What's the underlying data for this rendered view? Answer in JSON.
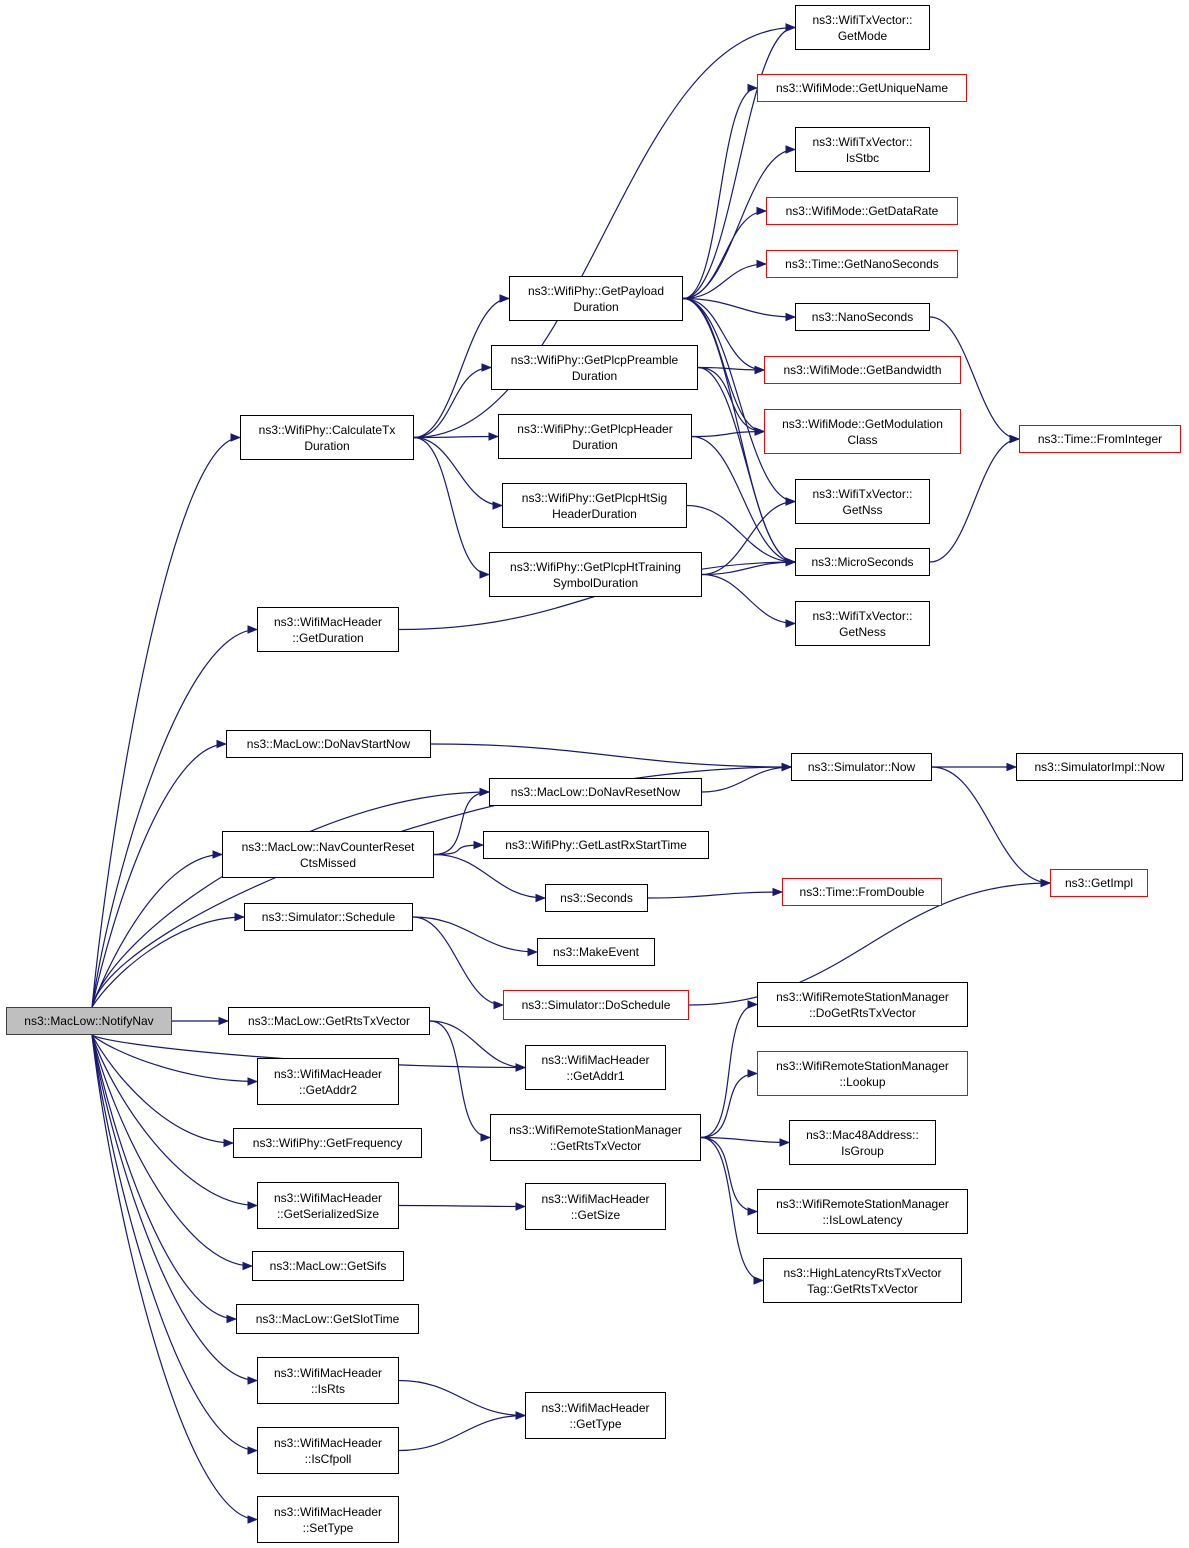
{
  "colors": {
    "edge": "#191970",
    "border": "#000000",
    "border_truncated": "#ff0000",
    "root_fill": "#bfbfbf"
  },
  "nodes": {
    "root": {
      "lines": [
        "ns3::MacLow::NotifyNav"
      ],
      "style": "root"
    },
    "calctx": {
      "lines": [
        "ns3::WifiPhy::CalculateTx",
        "Duration"
      ],
      "style": "normal"
    },
    "payload": {
      "lines": [
        "ns3::WifiPhy::GetPayload",
        "Duration"
      ],
      "style": "normal"
    },
    "preamble": {
      "lines": [
        "ns3::WifiPhy::GetPlcpPreamble",
        "Duration"
      ],
      "style": "normal"
    },
    "plcphdr": {
      "lines": [
        "ns3::WifiPhy::GetPlcpHeader",
        "Duration"
      ],
      "style": "normal"
    },
    "htsig": {
      "lines": [
        "ns3::WifiPhy::GetPlcpHtSig",
        "HeaderDuration"
      ],
      "style": "normal"
    },
    "httrain": {
      "lines": [
        "ns3::WifiPhy::GetPlcpHtTraining",
        "SymbolDuration"
      ],
      "style": "normal"
    },
    "getmode": {
      "lines": [
        "ns3::WifiTxVector::",
        "GetMode"
      ],
      "style": "normal"
    },
    "uniquename": {
      "lines": [
        "ns3::WifiMode::GetUniqueName"
      ],
      "style": "red"
    },
    "isstbc": {
      "lines": [
        "ns3::WifiTxVector::",
        "IsStbc"
      ],
      "style": "normal"
    },
    "datarate": {
      "lines": [
        "ns3::WifiMode::GetDataRate"
      ],
      "style": "red"
    },
    "getnano": {
      "lines": [
        "ns3::Time::GetNanoSeconds"
      ],
      "style": "red"
    },
    "nanosec": {
      "lines": [
        "ns3::NanoSeconds"
      ],
      "style": "normal"
    },
    "bandwidth": {
      "lines": [
        "ns3::WifiMode::GetBandwidth"
      ],
      "style": "red"
    },
    "modclass": {
      "lines": [
        "ns3::WifiMode::GetModulation",
        "Class"
      ],
      "style": "red"
    },
    "fromint": {
      "lines": [
        "ns3::Time::FromInteger"
      ],
      "style": "red"
    },
    "getnss": {
      "lines": [
        "ns3::WifiTxVector::",
        "GetNss"
      ],
      "style": "normal"
    },
    "microsec": {
      "lines": [
        "ns3::MicroSeconds"
      ],
      "style": "normal"
    },
    "getness": {
      "lines": [
        "ns3::WifiTxVector::",
        "GetNess"
      ],
      "style": "normal"
    },
    "getduration": {
      "lines": [
        "ns3::WifiMacHeader",
        "::GetDuration"
      ],
      "style": "normal"
    },
    "navstart": {
      "lines": [
        "ns3::MacLow::DoNavStartNow"
      ],
      "style": "normal"
    },
    "simnow": {
      "lines": [
        "ns3::Simulator::Now"
      ],
      "style": "normal"
    },
    "implnow": {
      "lines": [
        "ns3::SimulatorImpl::Now"
      ],
      "style": "normal"
    },
    "navreset": {
      "lines": [
        "ns3::MacLow::DoNavResetNow"
      ],
      "style": "normal"
    },
    "navcounter": {
      "lines": [
        "ns3::MacLow::NavCounterReset",
        "CtsMissed"
      ],
      "style": "normal"
    },
    "lastrx": {
      "lines": [
        "ns3::WifiPhy::GetLastRxStartTime"
      ],
      "style": "normal"
    },
    "seconds": {
      "lines": [
        "ns3::Seconds"
      ],
      "style": "normal"
    },
    "fromdouble": {
      "lines": [
        "ns3::Time::FromDouble"
      ],
      "style": "red"
    },
    "getimpl": {
      "lines": [
        "ns3::GetImpl"
      ],
      "style": "red"
    },
    "schedule": {
      "lines": [
        "ns3::Simulator::Schedule"
      ],
      "style": "normal"
    },
    "makeevent": {
      "lines": [
        "ns3::MakeEvent"
      ],
      "style": "normal"
    },
    "doschedule": {
      "lines": [
        "ns3::Simulator::DoSchedule"
      ],
      "style": "red"
    },
    "rtstxvec": {
      "lines": [
        "ns3::MacLow::GetRtsTxVector"
      ],
      "style": "normal"
    },
    "addr1": {
      "lines": [
        "ns3::WifiMacHeader",
        "::GetAddr1"
      ],
      "style": "normal"
    },
    "addr2": {
      "lines": [
        "ns3::WifiMacHeader",
        "::GetAddr2"
      ],
      "style": "normal"
    },
    "frequency": {
      "lines": [
        "ns3::WifiPhy::GetFrequency"
      ],
      "style": "normal"
    },
    "serialized": {
      "lines": [
        "ns3::WifiMacHeader",
        "::GetSerializedSize"
      ],
      "style": "normal"
    },
    "getsize": {
      "lines": [
        "ns3::WifiMacHeader",
        "::GetSize"
      ],
      "style": "normal"
    },
    "sifs": {
      "lines": [
        "ns3::MacLow::GetSifs"
      ],
      "style": "normal"
    },
    "slottime": {
      "lines": [
        "ns3::MacLow::GetSlotTime"
      ],
      "style": "normal"
    },
    "isrts": {
      "lines": [
        "ns3::WifiMacHeader",
        "::IsRts"
      ],
      "style": "normal"
    },
    "gettype": {
      "lines": [
        "ns3::WifiMacHeader",
        "::GetType"
      ],
      "style": "normal"
    },
    "iscfpoll": {
      "lines": [
        "ns3::WifiMacHeader",
        "::IsCfpoll"
      ],
      "style": "normal"
    },
    "settype": {
      "lines": [
        "ns3::WifiMacHeader",
        "::SetType"
      ],
      "style": "normal"
    },
    "rsmgetrts": {
      "lines": [
        "ns3::WifiRemoteStationManager",
        "::GetRtsTxVector"
      ],
      "style": "normal"
    },
    "dogetrts": {
      "lines": [
        "ns3::WifiRemoteStationManager",
        "::DoGetRtsTxVector"
      ],
      "style": "normal"
    },
    "lookup": {
      "lines": [
        "ns3::WifiRemoteStationManager",
        "::Lookup"
      ],
      "style": "red"
    },
    "isgroup": {
      "lines": [
        "ns3::Mac48Address::",
        "IsGroup"
      ],
      "style": "normal"
    },
    "islowlat": {
      "lines": [
        "ns3::WifiRemoteStationManager",
        "::IsLowLatency"
      ],
      "style": "normal"
    },
    "highlat": {
      "lines": [
        "ns3::HighLatencyRtsTxVector",
        "Tag::GetRtsTxVector"
      ],
      "style": "normal"
    }
  },
  "edges": [
    [
      "root",
      "calctx"
    ],
    [
      "root",
      "getduration"
    ],
    [
      "root",
      "simnow"
    ],
    [
      "root",
      "navstart"
    ],
    [
      "root",
      "navreset"
    ],
    [
      "root",
      "navcounter"
    ],
    [
      "root",
      "schedule"
    ],
    [
      "root",
      "addr1"
    ],
    [
      "root",
      "rtstxvec"
    ],
    [
      "root",
      "addr2"
    ],
    [
      "root",
      "frequency"
    ],
    [
      "root",
      "serialized"
    ],
    [
      "root",
      "sifs"
    ],
    [
      "root",
      "slottime"
    ],
    [
      "root",
      "isrts"
    ],
    [
      "root",
      "iscfpoll"
    ],
    [
      "root",
      "settype"
    ],
    [
      "calctx",
      "getmode"
    ],
    [
      "calctx",
      "payload"
    ],
    [
      "calctx",
      "preamble"
    ],
    [
      "calctx",
      "plcphdr"
    ],
    [
      "calctx",
      "htsig"
    ],
    [
      "calctx",
      "httrain"
    ],
    [
      "payload",
      "getmode"
    ],
    [
      "payload",
      "uniquename"
    ],
    [
      "payload",
      "isstbc"
    ],
    [
      "payload",
      "datarate"
    ],
    [
      "payload",
      "getnano"
    ],
    [
      "payload",
      "nanosec"
    ],
    [
      "payload",
      "bandwidth"
    ],
    [
      "payload",
      "modclass"
    ],
    [
      "payload",
      "getnss"
    ],
    [
      "payload",
      "microsec"
    ],
    [
      "preamble",
      "bandwidth"
    ],
    [
      "preamble",
      "modclass"
    ],
    [
      "preamble",
      "microsec"
    ],
    [
      "plcphdr",
      "modclass"
    ],
    [
      "plcphdr",
      "microsec"
    ],
    [
      "htsig",
      "microsec"
    ],
    [
      "httrain",
      "getnss"
    ],
    [
      "httrain",
      "microsec"
    ],
    [
      "httrain",
      "getness"
    ],
    [
      "nanosec",
      "fromint"
    ],
    [
      "microsec",
      "fromint"
    ],
    [
      "getduration",
      "microsec"
    ],
    [
      "navstart",
      "simnow"
    ],
    [
      "navreset",
      "simnow"
    ],
    [
      "simnow",
      "implnow"
    ],
    [
      "simnow",
      "getimpl"
    ],
    [
      "navcounter",
      "navreset"
    ],
    [
      "navcounter",
      "lastrx"
    ],
    [
      "navcounter",
      "seconds"
    ],
    [
      "seconds",
      "fromdouble"
    ],
    [
      "schedule",
      "makeevent"
    ],
    [
      "schedule",
      "doschedule"
    ],
    [
      "doschedule",
      "getimpl"
    ],
    [
      "rtstxvec",
      "addr1"
    ],
    [
      "rtstxvec",
      "rsmgetrts"
    ],
    [
      "rsmgetrts",
      "dogetrts"
    ],
    [
      "rsmgetrts",
      "lookup"
    ],
    [
      "rsmgetrts",
      "isgroup"
    ],
    [
      "rsmgetrts",
      "islowlat"
    ],
    [
      "rsmgetrts",
      "highlat"
    ],
    [
      "serialized",
      "getsize"
    ],
    [
      "isrts",
      "gettype"
    ],
    [
      "iscfpoll",
      "gettype"
    ]
  ]
}
